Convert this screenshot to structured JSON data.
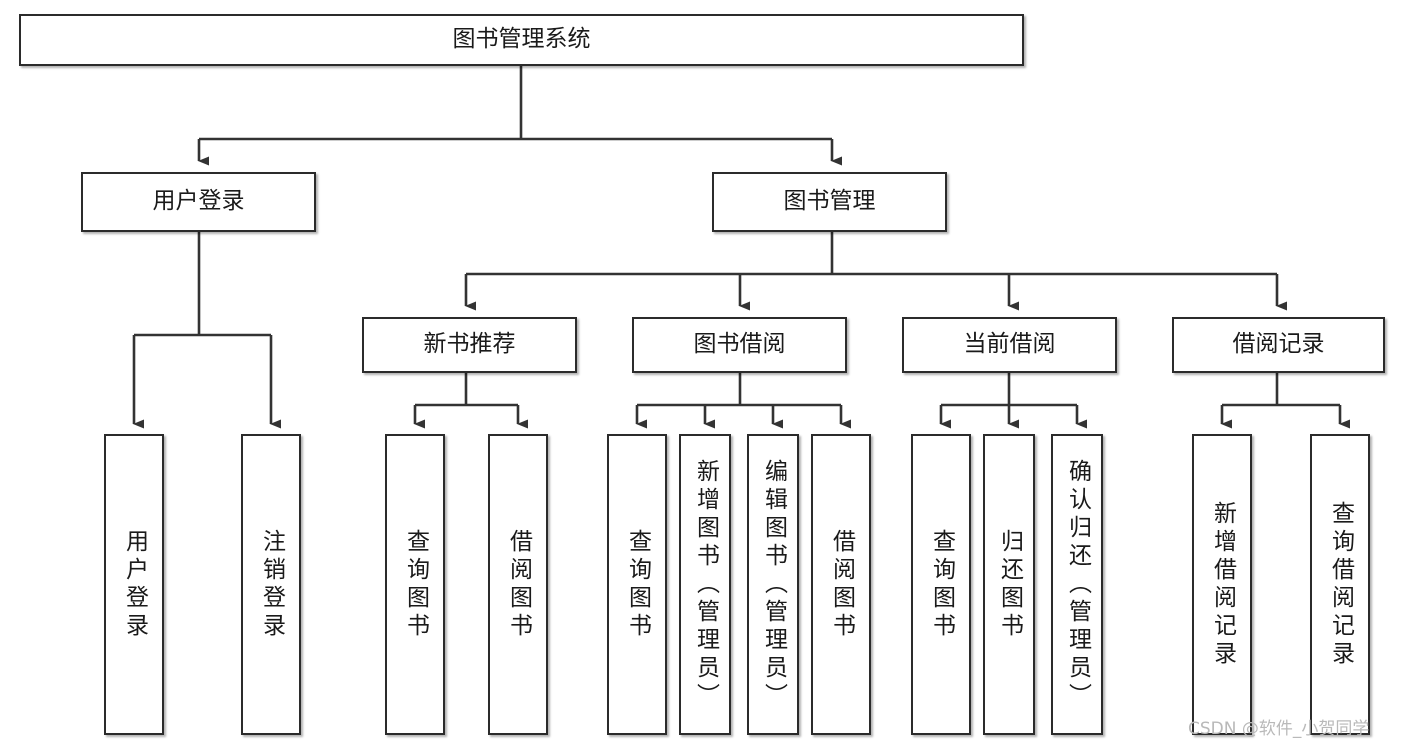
{
  "diagram": {
    "type": "tree",
    "title": "图书管理系统",
    "root": {
      "id": "root",
      "label": "图书管理系统"
    },
    "level1": [
      {
        "id": "user-login",
        "label": "用户登录"
      },
      {
        "id": "book-management",
        "label": "图书管理"
      }
    ],
    "level2": [
      {
        "id": "new-book-recommend",
        "label": "新书推荐"
      },
      {
        "id": "book-borrow",
        "label": "图书借阅"
      },
      {
        "id": "current-borrow",
        "label": "当前借阅"
      },
      {
        "id": "borrow-record",
        "label": "借阅记录"
      }
    ],
    "leaves": [
      {
        "id": "leaf-user-login",
        "label": "用户登录",
        "parent": "user-login"
      },
      {
        "id": "leaf-logout",
        "label": "注销登录",
        "parent": "user-login"
      },
      {
        "id": "leaf-query-book-1",
        "label": "查询图书",
        "parent": "new-book-recommend"
      },
      {
        "id": "leaf-borrow-book-1",
        "label": "借阅图书",
        "parent": "new-book-recommend"
      },
      {
        "id": "leaf-query-book-2",
        "label": "查询图书",
        "parent": "book-borrow"
      },
      {
        "id": "leaf-add-book",
        "label": "新增图书（管理员）",
        "parent": "book-borrow"
      },
      {
        "id": "leaf-edit-book",
        "label": "编辑图书（管理员）",
        "parent": "book-borrow"
      },
      {
        "id": "leaf-borrow-book-2",
        "label": "借阅图书",
        "parent": "book-borrow"
      },
      {
        "id": "leaf-query-book-3",
        "label": "查询图书",
        "parent": "current-borrow"
      },
      {
        "id": "leaf-return-book",
        "label": "归还图书",
        "parent": "current-borrow"
      },
      {
        "id": "leaf-confirm-return",
        "label": "确认归还（管理员）",
        "parent": "current-borrow"
      },
      {
        "id": "leaf-add-record",
        "label": "新增借阅记录",
        "parent": "borrow-record"
      },
      {
        "id": "leaf-query-record",
        "label": "查询借阅记录",
        "parent": "borrow-record"
      }
    ]
  },
  "watermark": {
    "text": "CSDN @软件_小贺同学"
  },
  "colors": {
    "node_border": "#2b2b2b",
    "node_fill": "#ffffff",
    "edge": "#333333",
    "text": "#1a1a1a",
    "watermark": "#b9b9b9",
    "background": "#ffffff"
  }
}
